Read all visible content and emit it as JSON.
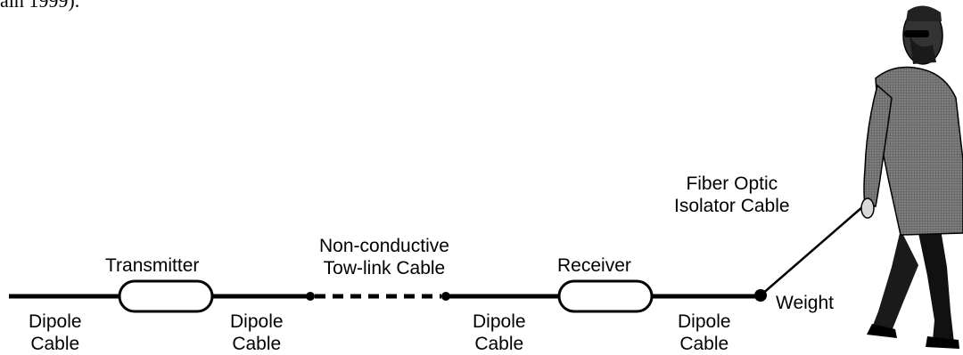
{
  "header_fragment": "ain 1999).",
  "labels": {
    "transmitter": "Transmitter",
    "receiver": "Receiver",
    "tow_link_line1": "Non-conductive",
    "tow_link_line2": "Tow-link Cable",
    "fiber_line1": "Fiber Optic",
    "fiber_line2": "Isolator Cable",
    "weight": "Weight",
    "dipole_line1": "Dipole",
    "dipole_line2": "Cable"
  },
  "icons": {
    "operator": "walking-person-icon"
  },
  "colors": {
    "line": "#000000",
    "background": "#ffffff",
    "jacket": "#555555"
  }
}
